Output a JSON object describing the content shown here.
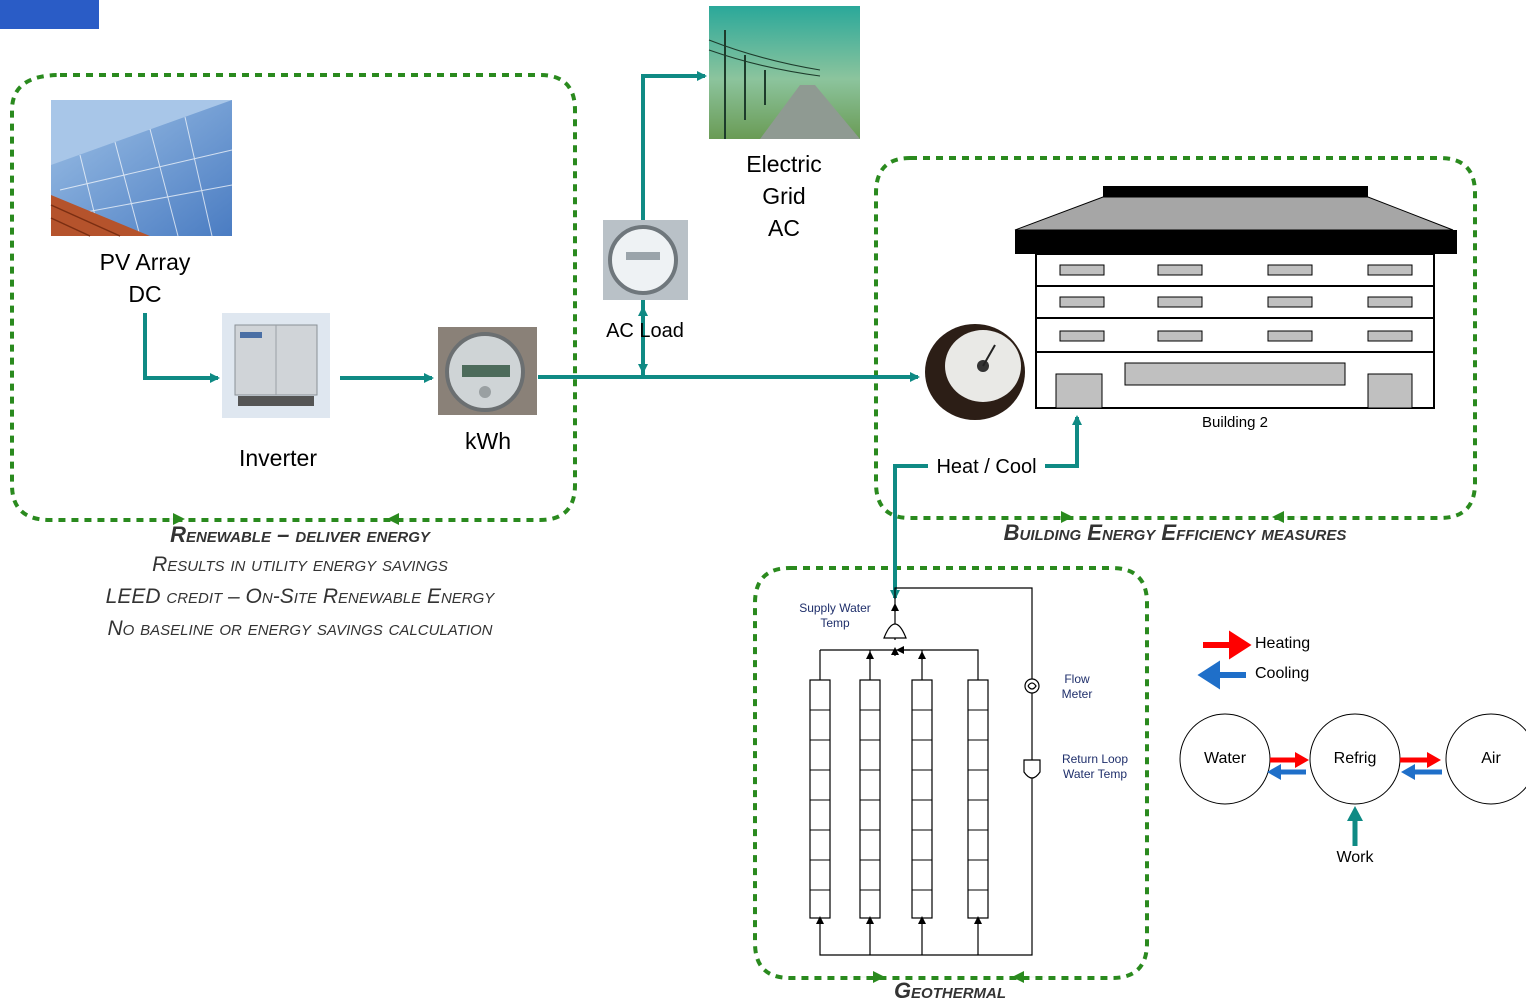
{
  "pv": {
    "line1": "PV Array",
    "line2": "DC"
  },
  "inverter": {
    "label": "Inverter"
  },
  "meter": {
    "label": "kWh"
  },
  "ac_load": {
    "label": "AC Load"
  },
  "grid": {
    "line1": "Electric",
    "line2": "Grid",
    "line3": "AC"
  },
  "building": {
    "label": "Building 2"
  },
  "heat_cool": {
    "label": "Heat / Cool"
  },
  "renewable": {
    "title": "Renewable – deliver energy",
    "lines": [
      "Results in utility energy savings",
      "LEED credit – On-Site Renewable Energy",
      "No baseline or energy savings calculation"
    ]
  },
  "efficiency": {
    "title": "Building Energy Efficiency measures"
  },
  "geothermal": {
    "title": "Geothermal",
    "supply_temp_1": "Supply Water",
    "supply_temp_2": "Temp",
    "flow_1": "Flow",
    "flow_2": "Meter",
    "return_1": "Return Loop",
    "return_2": "Water Temp"
  },
  "legend": {
    "heating": "Heating",
    "cooling": "Cooling",
    "heating_color": "#ff0000",
    "cooling_color": "#1f6fc9"
  },
  "cycle": {
    "water": "Water",
    "refrig": "Refrig",
    "air": "Air",
    "work": "Work"
  },
  "colors": {
    "flow_line": "#0f8a84",
    "boundary": "#2a8a1e"
  }
}
